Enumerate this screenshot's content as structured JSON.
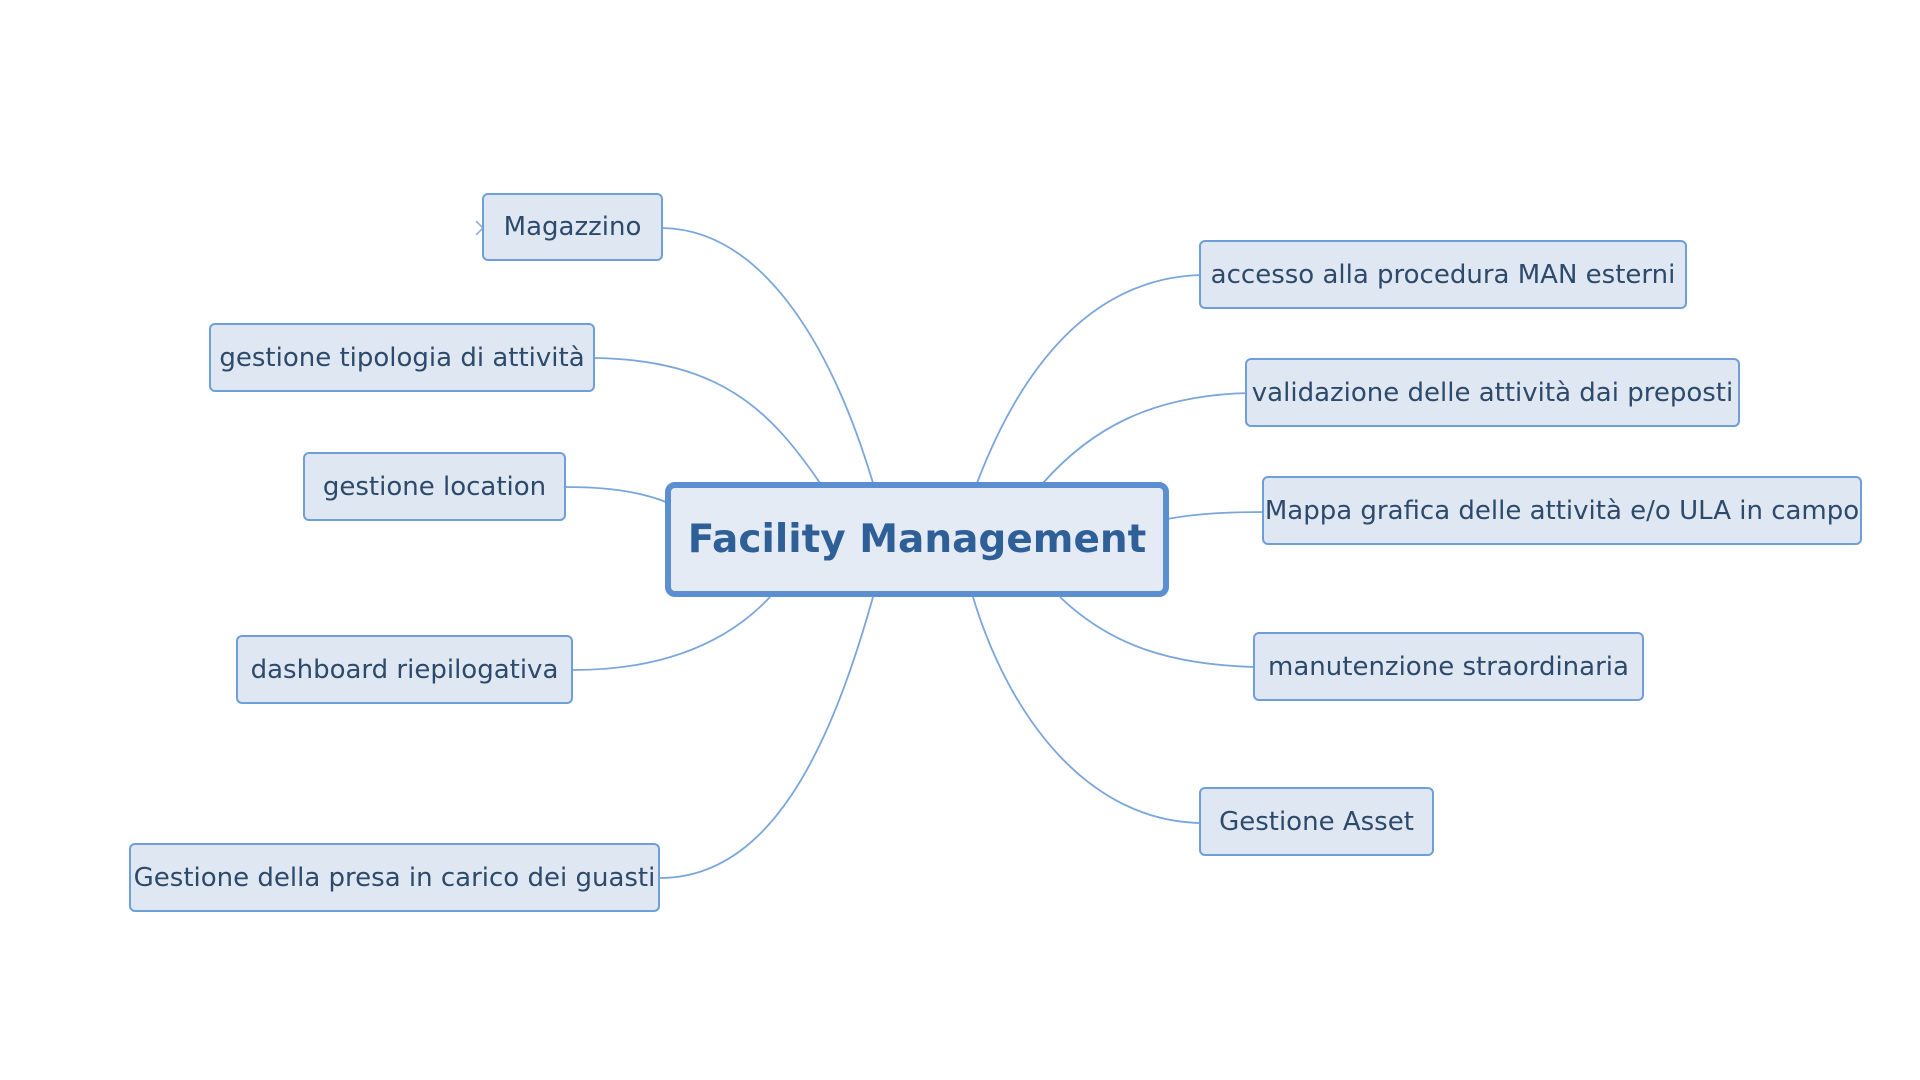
{
  "diagram": {
    "central_topic": "Facility Management",
    "left_topics": [
      "Magazzino",
      "gestione tipologia di attività",
      "gestione location",
      "dashboard riepilogativa",
      "Gestione della presa in carico dei guasti"
    ],
    "right_topics": [
      "accesso alla procedura MAN esterni",
      "validazione delle attività dai preposti",
      "Mappa grafica delle attività e/o ULA in campo",
      "manutenzione straordinaria",
      "Gestione Asset"
    ]
  },
  "colors": {
    "node_fill": "#dfe7f2",
    "node_border": "#6f9fd8",
    "connector": "#7aa6dc",
    "text": "#2e4a6b",
    "center_text": "#2f5f97"
  }
}
